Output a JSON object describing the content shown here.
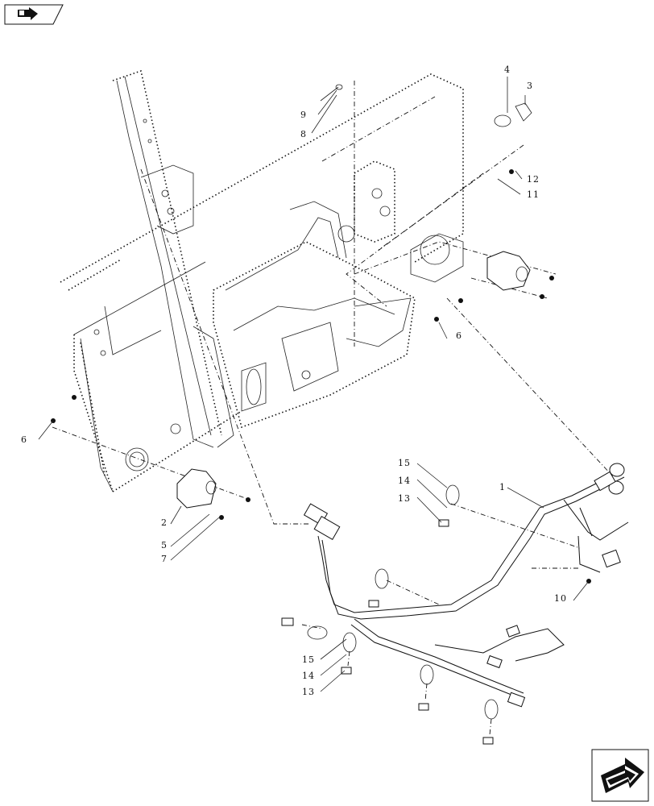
{
  "nav": {
    "prev_icon": "arrow-left-icon",
    "next_icon": "arrow-right-icon"
  },
  "callouts": [
    {
      "id": "c1",
      "label": "1"
    },
    {
      "id": "c2",
      "label": "2"
    },
    {
      "id": "c3",
      "label": "3"
    },
    {
      "id": "c4",
      "label": "4"
    },
    {
      "id": "c5",
      "label": "5"
    },
    {
      "id": "c6a",
      "label": "6"
    },
    {
      "id": "c6b",
      "label": "6"
    },
    {
      "id": "c7",
      "label": "7"
    },
    {
      "id": "c8",
      "label": "8"
    },
    {
      "id": "c9",
      "label": "9"
    },
    {
      "id": "c10",
      "label": "10"
    },
    {
      "id": "c11",
      "label": "11"
    },
    {
      "id": "c12",
      "label": "12"
    },
    {
      "id": "c13a",
      "label": "13"
    },
    {
      "id": "c13b",
      "label": "13"
    },
    {
      "id": "c14a",
      "label": "14"
    },
    {
      "id": "c14b",
      "label": "14"
    },
    {
      "id": "c15a",
      "label": "15"
    },
    {
      "id": "c15b",
      "label": "15"
    }
  ]
}
